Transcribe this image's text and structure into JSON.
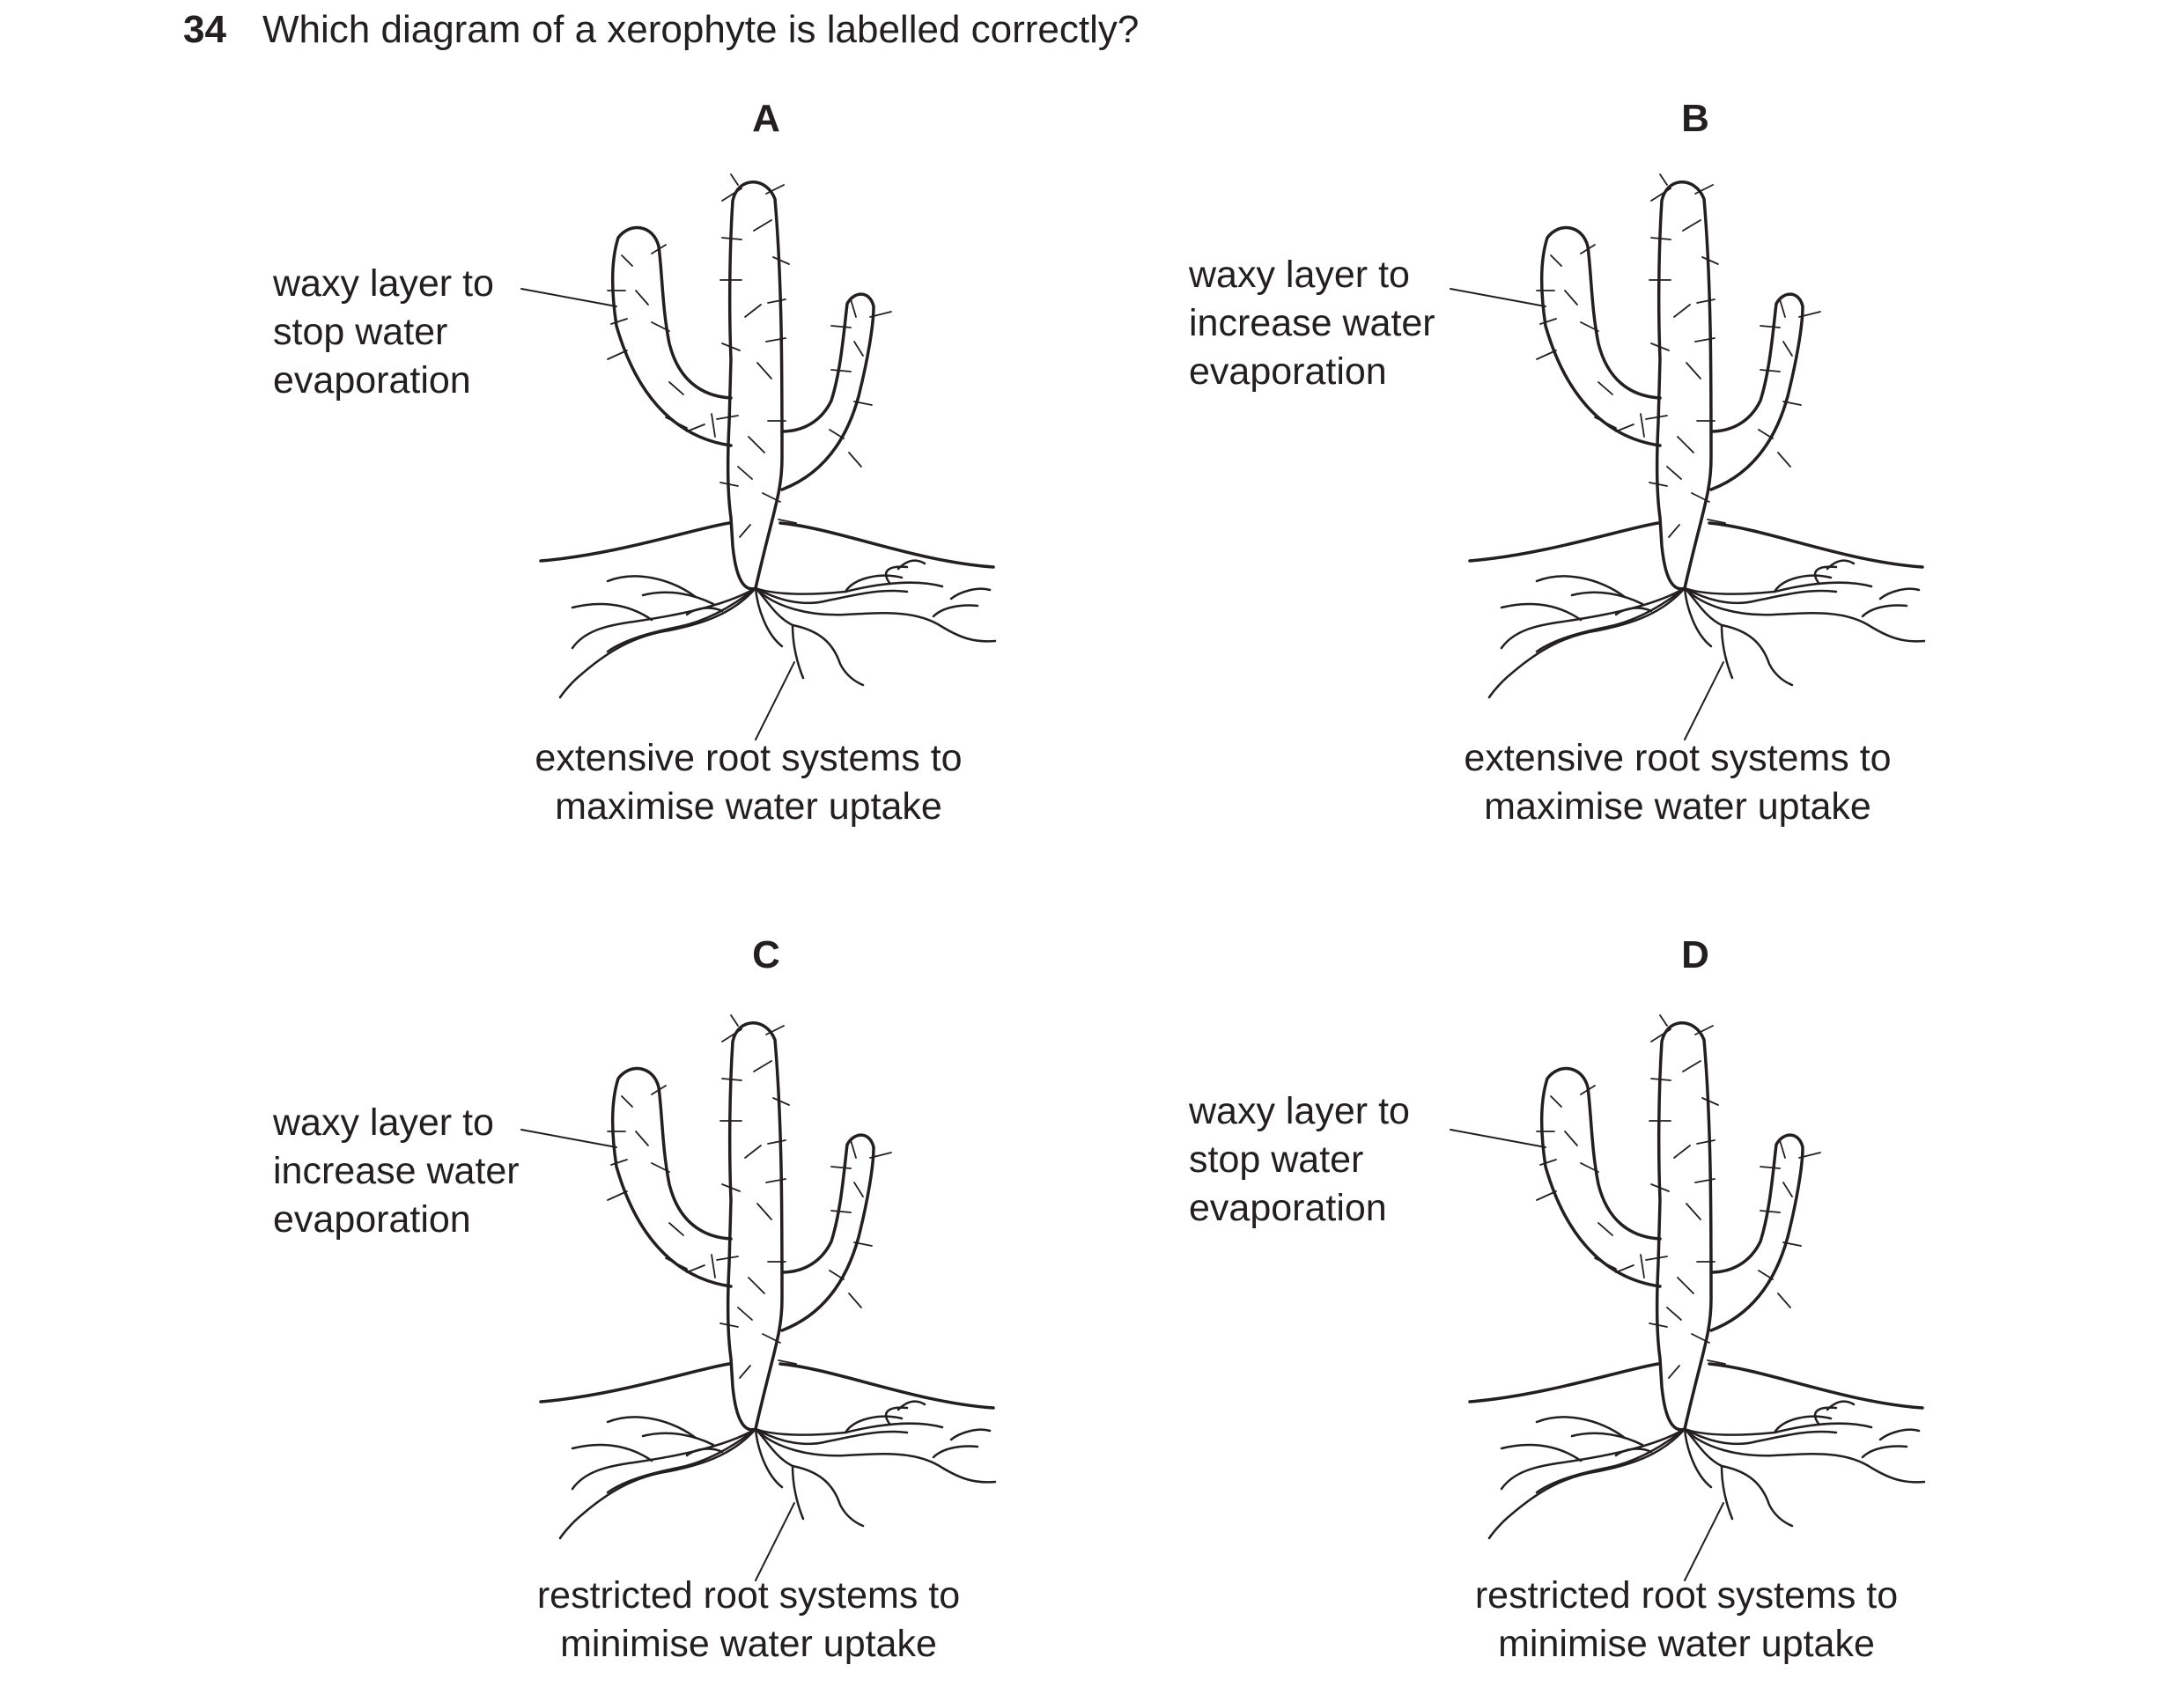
{
  "question": {
    "number": "34",
    "text": "Which diagram of a xerophyte is labelled correctly?"
  },
  "options": [
    {
      "letter": "A",
      "waxy_label": [
        "waxy layer to",
        "stop water",
        "evaporation"
      ],
      "root_label": [
        "extensive root systems to",
        "maximise water uptake"
      ]
    },
    {
      "letter": "B",
      "waxy_label": [
        "waxy layer to",
        "increase water",
        "evaporation"
      ],
      "root_label": [
        "extensive root systems to",
        "maximise water uptake"
      ]
    },
    {
      "letter": "C",
      "waxy_label": [
        "waxy layer to",
        "increase water",
        "evaporation"
      ],
      "root_label": [
        "restricted root systems to",
        "minimise water uptake"
      ]
    },
    {
      "letter": "D",
      "waxy_label": [
        "waxy layer to",
        "stop water",
        "evaporation"
      ],
      "root_label": [
        "restricted root systems to",
        "minimise water uptake"
      ]
    }
  ]
}
